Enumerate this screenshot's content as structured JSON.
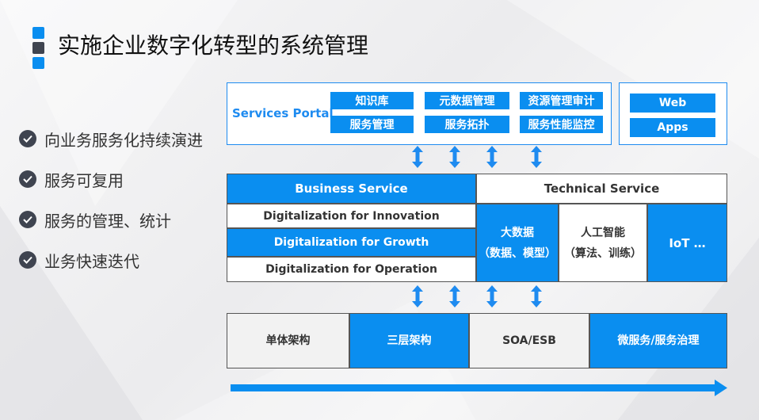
{
  "title": "实施企业数字化转型的系统管理",
  "bullets": [
    "向业务服务化持续演进",
    "服务可复用",
    "服务的管理、统计",
    "业务快速迭代"
  ],
  "portal": {
    "label": "Services Portal",
    "items": [
      "知识库",
      "元数据管理",
      "资源管理审计",
      "服务管理",
      "服务拓扑",
      "服务性能监控"
    ]
  },
  "channels": [
    "Web",
    "Apps"
  ],
  "business_service": {
    "header": "Business Service",
    "rows": [
      "Digitalization  for Innovation",
      "Digitalization  for Growth",
      "Digitalization  for Operation"
    ]
  },
  "technical_service": {
    "header": "Technical Service",
    "cells": [
      {
        "line1": "大数据",
        "line2": "（数据、模型）"
      },
      {
        "line1": "人工智能",
        "line2": "（算法、训练）"
      },
      {
        "line1": "IoT …",
        "line2": ""
      }
    ]
  },
  "architectures": [
    "单体架构",
    "三层架构",
    "SOA/ESB",
    "微服务/服务治理"
  ],
  "colors": {
    "accent": "#0a8ef0",
    "frame": "#1e8bf0",
    "dark_square": "#3f4450",
    "checkmark_badge": "#3f4450"
  },
  "icons": [
    "check-circle-icon",
    "double-arrow-icon",
    "timeline-arrow-icon"
  ]
}
